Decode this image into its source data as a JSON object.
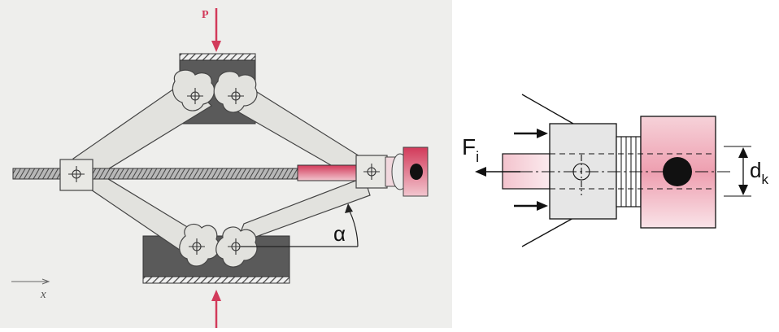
{
  "left_figure": {
    "force_label": "P",
    "angle_label": "α",
    "axis_label": "x"
  },
  "right_figure": {
    "force_label_main": "F",
    "force_label_sub": "i",
    "diameter_label_main": "d",
    "diameter_label_sub": "k"
  },
  "colors": {
    "pink": "#d23a5a",
    "plate": "#5a5a5a",
    "arm": "#e2e2de",
    "background": "#eeeeec",
    "outline": "#222222"
  }
}
